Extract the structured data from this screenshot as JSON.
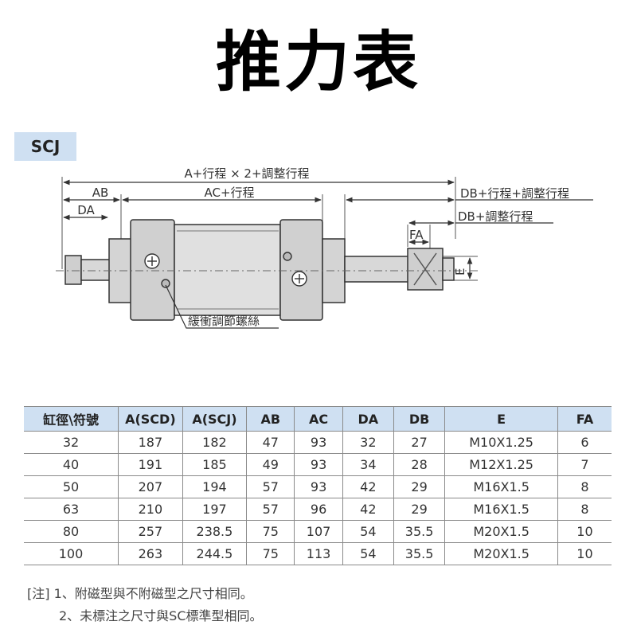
{
  "title": "推力表",
  "model_tab": "SCJ",
  "diagram": {
    "total_label": "A+行程 × 2+調整行程",
    "ab_label": "AB",
    "ac_label": "AC+行程",
    "da_label": "DA",
    "db_stroke_label": "DB+行程+調整行程",
    "db_adjust_label": "DB+調整行程",
    "fa_label": "FA",
    "e_label": "E",
    "cushion_label": "緩衝調節螺絲"
  },
  "table": {
    "headers": [
      "缸徑\\符號",
      "A(SCD)",
      "A(SCJ)",
      "AB",
      "AC",
      "DA",
      "DB",
      "E",
      "FA"
    ],
    "rows": [
      [
        "32",
        "187",
        "182",
        "47",
        "93",
        "32",
        "27",
        "M10X1.25",
        "6"
      ],
      [
        "40",
        "191",
        "185",
        "49",
        "93",
        "34",
        "28",
        "M12X1.25",
        "7"
      ],
      [
        "50",
        "207",
        "194",
        "57",
        "93",
        "42",
        "29",
        "M16X1.5",
        "8"
      ],
      [
        "63",
        "210",
        "197",
        "57",
        "96",
        "42",
        "29",
        "M16X1.5",
        "8"
      ],
      [
        "80",
        "257",
        "238.5",
        "75",
        "107",
        "54",
        "35.5",
        "M20X1.5",
        "10"
      ],
      [
        "100",
        "263",
        "244.5",
        "75",
        "113",
        "54",
        "35.5",
        "M20X1.5",
        "10"
      ]
    ]
  },
  "notes": {
    "line1": "[注] 1、附磁型與不附磁型之尺寸相同。",
    "line2": "2、未標注之尺寸與SC標準型相同。"
  },
  "colors": {
    "header_bg": "#cfe0f2",
    "body_fill": "#d4d4d4",
    "line": "#333333"
  }
}
